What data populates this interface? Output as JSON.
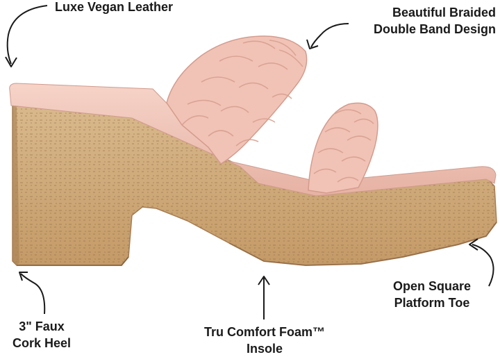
{
  "colors": {
    "cork_base": "#cfa877",
    "cork_light": "#dcbd91",
    "cork_dark": "#8a6440",
    "strap_pink": "#f2c4b8",
    "strap_shadow": "#dca396",
    "strap_highlight": "#f9dcd2",
    "text": "#1a1a1a"
  },
  "callouts": {
    "leather": {
      "lines": [
        "Luxe Vegan Leather"
      ],
      "icon": "curved-arrow-icon"
    },
    "braided": {
      "lines": [
        "Beautiful Braided",
        "Double Band Design"
      ],
      "icon": "curved-arrow-icon"
    },
    "heel": {
      "lines": [
        "3\" Faux",
        "Cork Heel"
      ],
      "icon": "curved-arrow-icon"
    },
    "insole": {
      "lines": [
        "Tru Comfort Foam™",
        "Insole"
      ],
      "icon": "straight-arrow-icon"
    },
    "toe": {
      "lines": [
        "Open Square",
        "Platform Toe"
      ],
      "icon": "curved-arrow-icon"
    }
  },
  "product": {
    "image": "sandal-illustration"
  }
}
